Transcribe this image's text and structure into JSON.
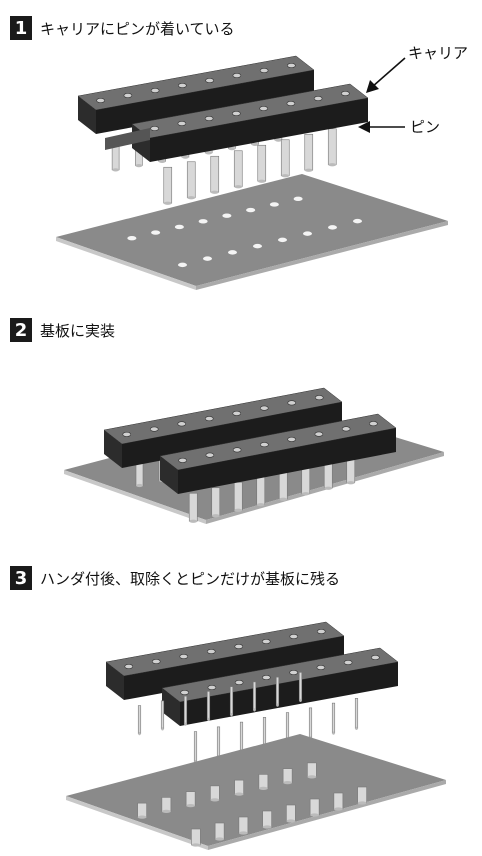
{
  "steps": [
    {
      "number": "1",
      "text": "キャリアにピンが着いている"
    },
    {
      "number": "2",
      "text": "基板に実装"
    },
    {
      "number": "3",
      "text": "ハンダ付後、取除くとピンだけが基板に残る"
    }
  ],
  "callouts": {
    "carrier": "キャリア",
    "pin": "ピン"
  },
  "colors": {
    "board": "#8a8a8a",
    "board_edge": "#c8c8c8",
    "carrier": "#1c1c1c",
    "carrier_top": "#707070",
    "pin": "#d8d8d8"
  }
}
